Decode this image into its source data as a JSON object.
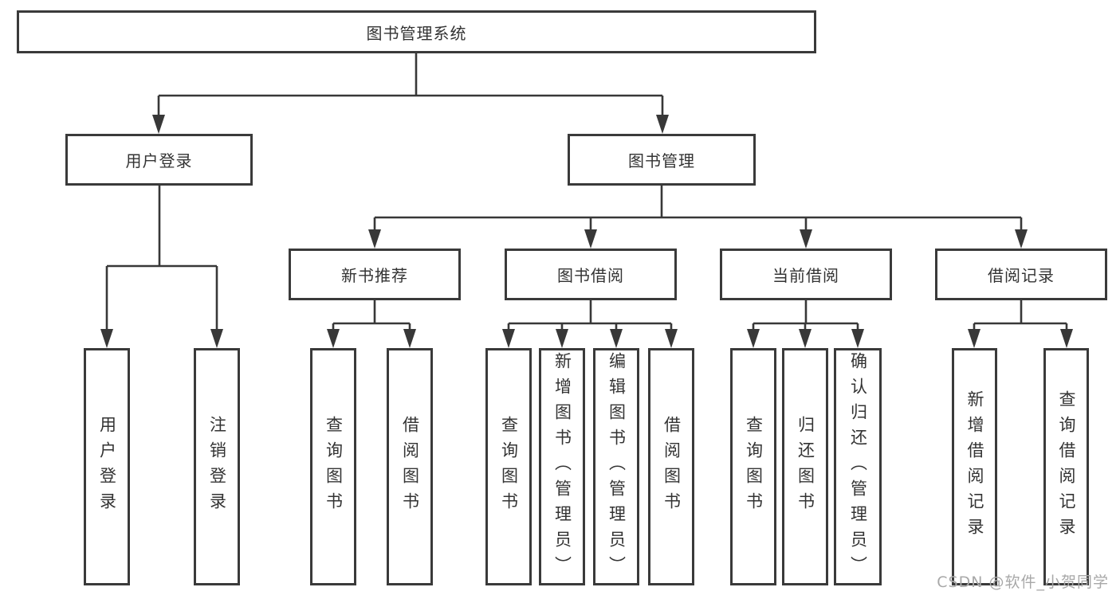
{
  "diagram": {
    "colors": {
      "box_border": "#3a3a3a",
      "connector": "#383838",
      "text": "#333333",
      "watermark_text": "#a8a8a8",
      "background": "#ffffff"
    },
    "tree": {
      "root": "图书管理系统",
      "children": [
        {
          "label": "用户登录",
          "children": [
            "用户登录",
            "注销登录"
          ]
        },
        {
          "label": "图书管理",
          "children": [
            {
              "label": "新书推荐",
              "children": [
                "查询图书",
                "借阅图书"
              ]
            },
            {
              "label": "图书借阅",
              "children": [
                "查询图书",
                "新增图书（管理员）",
                "编辑图书（管理员）",
                "借阅图书"
              ]
            },
            {
              "label": "当前借阅",
              "children": [
                "查询图书",
                "归还图书",
                "确认归还（管理员）"
              ]
            },
            {
              "label": "借阅记录",
              "children": [
                "新增借阅记录",
                "查询借阅记录"
              ]
            }
          ]
        }
      ]
    },
    "watermark": "CSDN @软件_小贺同学"
  }
}
